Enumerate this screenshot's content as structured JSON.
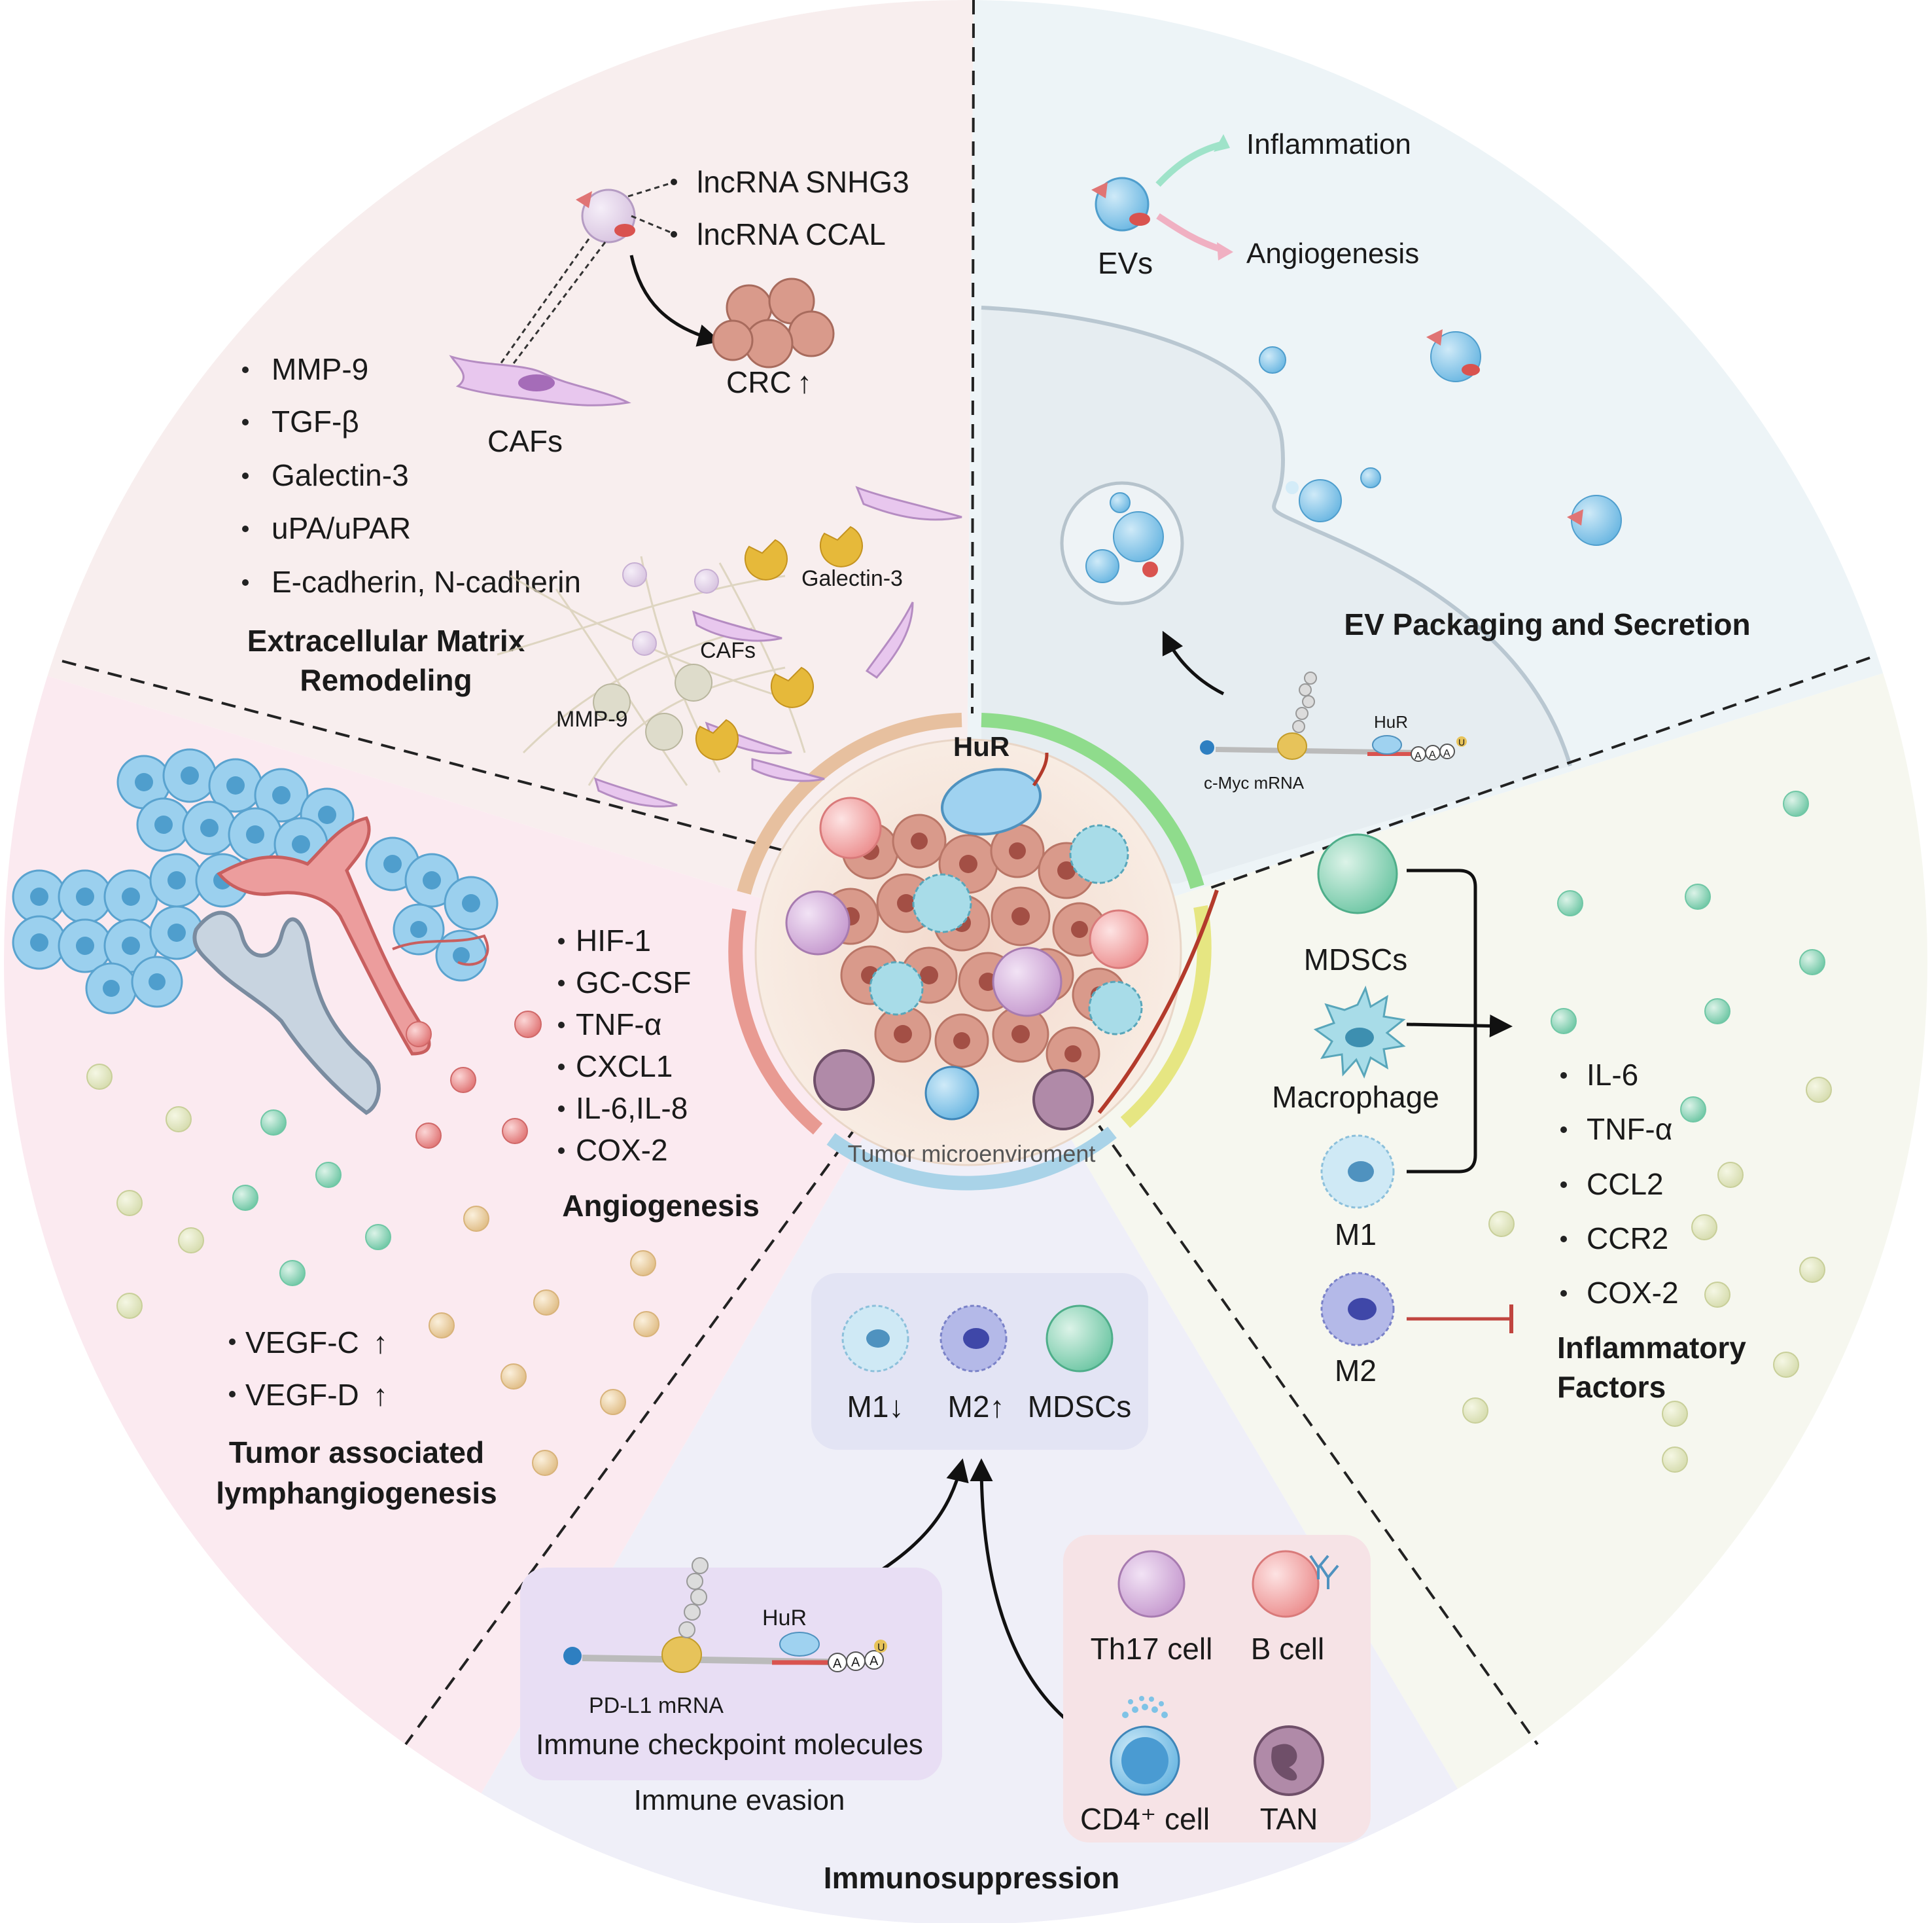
{
  "center": {
    "hur_label": "HuR",
    "tumor_label": "Tumor microenviroment"
  },
  "ecm": {
    "title_line1": "Extracellular Matrix",
    "title_line2": "Remodeling",
    "bullets": [
      "MMP-9",
      "TGF-β",
      "Galectin-3",
      "uPA/uPAR",
      "E-cadherin, N-cadherin"
    ],
    "ev_cargo": [
      "lncRNA SNHG3",
      "lncRNA CCAL"
    ],
    "cafs_label": "CAFs",
    "crc_label": "CRC",
    "up_arrow": "↑",
    "galectin_label": "Galectin-3",
    "cafs_label_2": "CAFs",
    "mmp9_label": "MMP-9"
  },
  "ev": {
    "title": "EV Packaging and Secretion",
    "evs_label": "EVs",
    "inflammation_label": "Inflammation",
    "angiogenesis_label": "Angiogenesis",
    "hur_label": "HuR",
    "mrna_label": "c-Myc mRNA",
    "polyA": [
      "A",
      "A",
      "A"
    ],
    "u_label": "U"
  },
  "inflammatory": {
    "title_line1": "Inflammatory",
    "title_line2": "Factors",
    "cells": [
      "MDSCs",
      "Macrophage",
      "M1",
      "M2"
    ],
    "bullets": [
      "IL-6",
      "TNF-α",
      "CCL2",
      "CCR2",
      "COX-2"
    ]
  },
  "immuno": {
    "title": "Immunosuppression",
    "box_labels": [
      "M1↓",
      "M2↑",
      "MDSCs"
    ],
    "hur_label": "HuR",
    "mrna_label": "PD-L1 mRNA",
    "checkpoint_label": "Immune checkpoint molecules",
    "evasion_label": "Immune evasion",
    "polyA": [
      "A",
      "A",
      "A"
    ],
    "u_label": "U",
    "cell_labels": [
      "Th17 cell",
      "B cell",
      "CD4⁺ cell",
      "TAN"
    ]
  },
  "lymph": {
    "title_line1": "Tumor associated",
    "title_line2": "lymphangiogenesis",
    "bullets": [
      "VEGF-C",
      "VEGF-D"
    ],
    "up_arrow": "↑"
  },
  "angio": {
    "title": "Angiogenesis",
    "bullets": [
      "HIF-1",
      "GC-CSF",
      "TNF-α",
      "CXCL1",
      "IL-6,IL-8",
      "COX-2"
    ]
  },
  "colors": {
    "sector_ecm": "#f8eeee",
    "sector_ev": "#edf4f7",
    "sector_inflam": "#f6f7ef",
    "sector_immuno": "#efeff8",
    "sector_lymph_angio": "#fbeaf0",
    "ring_ecm": "#e7c09f",
    "ring_ev": "#8fdc8c",
    "ring_inflam": "#e6e682",
    "ring_immuno": "#a9d3e8",
    "ring_angio": "#e89a92",
    "ev_blue": "#7fc3e6",
    "ev_red": "#d9534f",
    "mdsc_green": "#8fd4b4",
    "m2_purple": "#8c94d6",
    "b_cell_pink": "#f2a3a3",
    "th17_purple": "#cfa6d6",
    "cd4_blue": "#5aa7d8",
    "lymph_blue": "#9bd0ee",
    "vessel_red": "#e88a8a",
    "inhibit_red": "#c0453f"
  }
}
